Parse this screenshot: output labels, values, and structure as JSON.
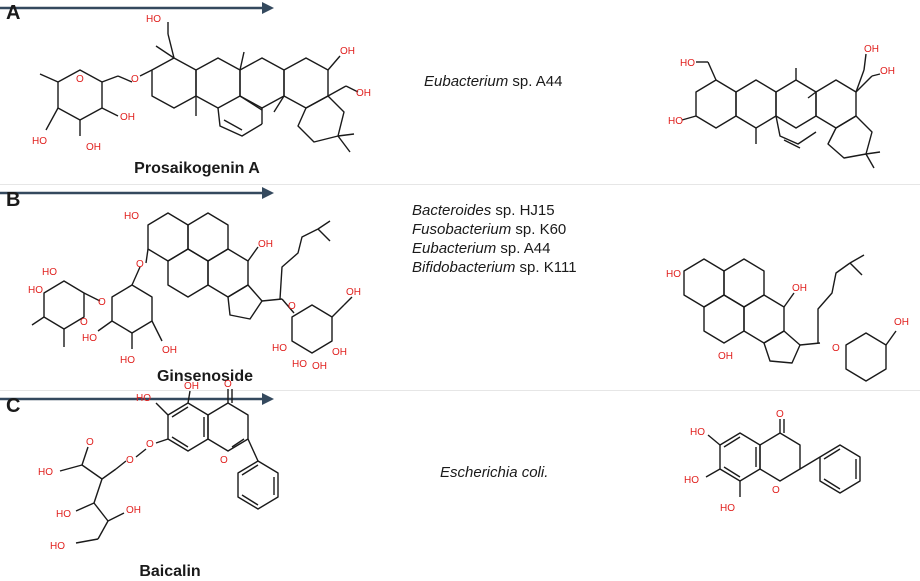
{
  "panels": [
    {
      "letter": "A",
      "substrate": "Prosaikogenin A",
      "organisms": [
        {
          "italic": "Eubacterium",
          "rest": " sp. A44"
        }
      ]
    },
    {
      "letter": "B",
      "substrate": "Ginsenoside",
      "organisms": [
        {
          "italic": "Bacteroides",
          "rest": " sp. HJ15"
        },
        {
          "italic": "Fusobacterium",
          "rest": " sp. K60"
        },
        {
          "italic": "Eubacterium",
          "rest": " sp. A44"
        },
        {
          "italic": "Bifidobacterium",
          "rest": " sp. K111"
        }
      ]
    },
    {
      "letter": "C",
      "substrate": "Baicalin",
      "organisms": [
        {
          "italic": "Escherichia coli.",
          "rest": ""
        }
      ]
    }
  ],
  "atom_labels": {
    "hydroxyl": "OH",
    "hydroxyl_left": "HO",
    "oxygen": "O"
  },
  "colors": {
    "bond": "#1a1a1a",
    "heteroatom": "#e0201e",
    "arrow": "#34495e"
  }
}
